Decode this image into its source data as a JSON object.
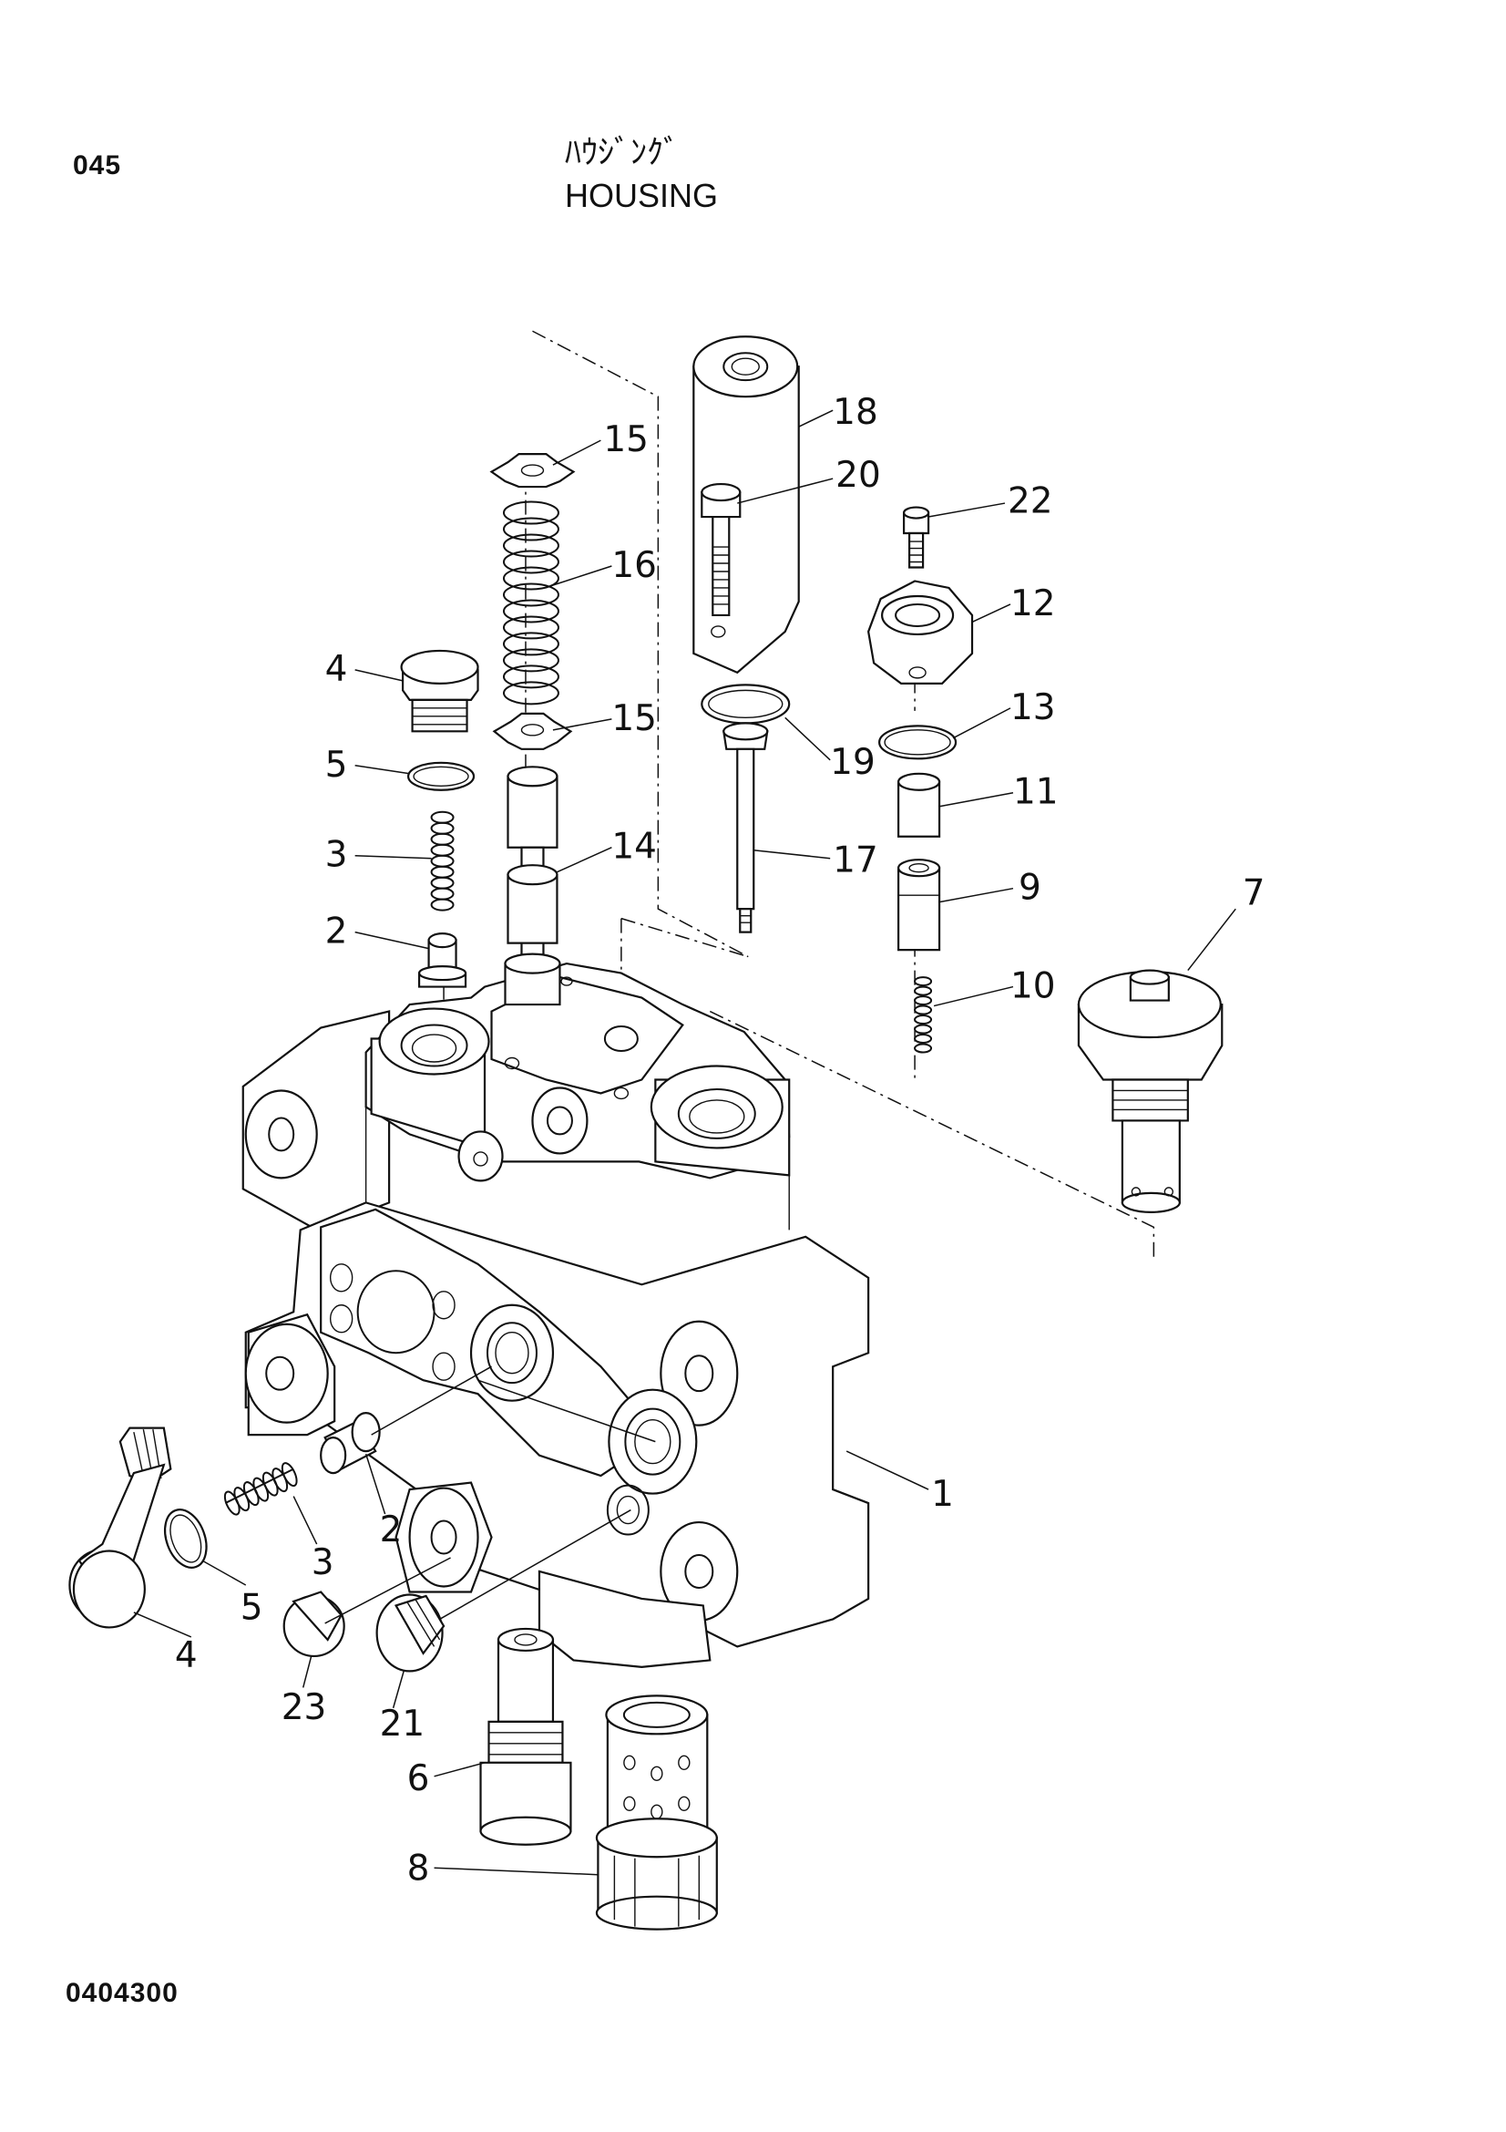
{
  "header": {
    "page_number": "045",
    "title_japanese": "ﾊｳｼﾞﾝｸﾞ",
    "title_english": "HOUSING"
  },
  "footer": {
    "drawing_number": "0404300"
  },
  "callouts": {
    "c1": "1",
    "c2a": "2",
    "c2b": "2",
    "c3a": "3",
    "c3b": "3",
    "c4a": "4",
    "c4b": "4",
    "c5a": "5",
    "c5b": "5",
    "c6": "6",
    "c7": "7",
    "c8": "8",
    "c9": "9",
    "c10": "10",
    "c11": "11",
    "c12": "12",
    "c13": "13",
    "c14": "14",
    "c15a": "15",
    "c15b": "15",
    "c16": "16",
    "c17": "17",
    "c18": "18",
    "c19": "19",
    "c20": "20",
    "c21": "21",
    "c22": "22",
    "c23": "23"
  }
}
